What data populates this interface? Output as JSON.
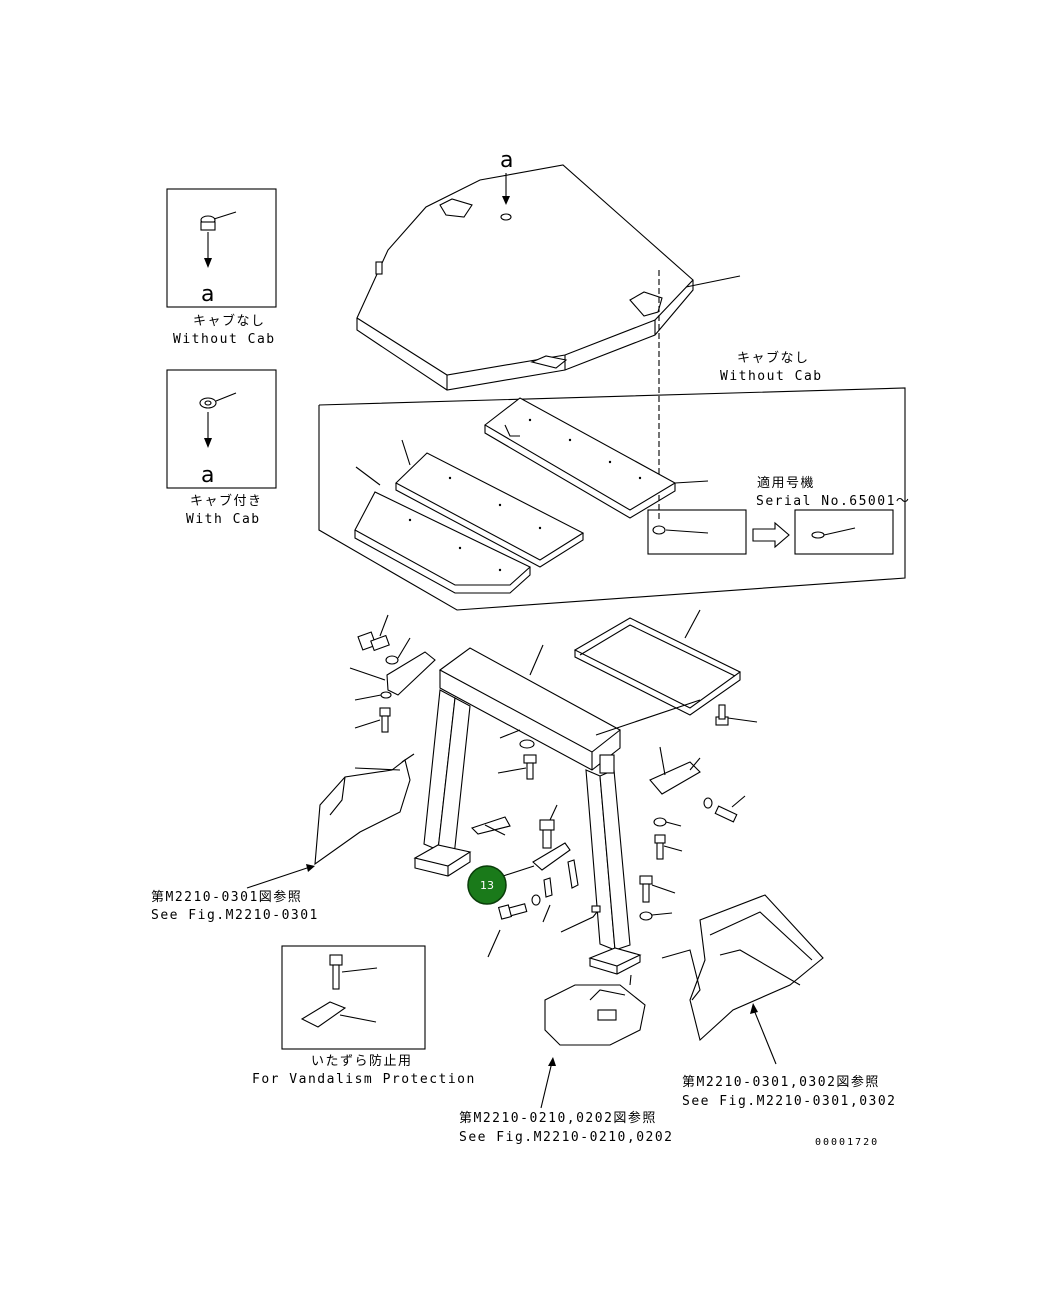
{
  "labels": {
    "without_cab_box_jp": "キャブなし",
    "without_cab_box_en": "Without Cab",
    "with_cab_box_jp": "キャブ付き",
    "with_cab_box_en": "With Cab",
    "without_cab_top_jp": "キャブなし",
    "without_cab_top_en": "Without Cab",
    "serial_jp": "適用号機",
    "serial_en": "Serial No.65001～",
    "ref_0301_jp": "第M2210-0301図参照",
    "ref_0301_en": "See Fig.M2210-0301",
    "vandal_jp": "いたずら防止用",
    "vandal_en": "For Vandalism Protection",
    "ref_0210_jp": "第M2210-0210,0202図参照",
    "ref_0210_en": "See Fig.M2210-0210,0202",
    "ref_0302_jp": "第M2210-0301,0302図参照",
    "ref_0302_en": "See Fig.M2210-0301,0302",
    "drawing_no": "00001720",
    "view_letter_top": "a",
    "view_letter_box1": "a",
    "view_letter_box2": "a"
  },
  "callout": {
    "number": "13",
    "color": "#1a7a1a",
    "ring_color": "#0a3d0a"
  }
}
